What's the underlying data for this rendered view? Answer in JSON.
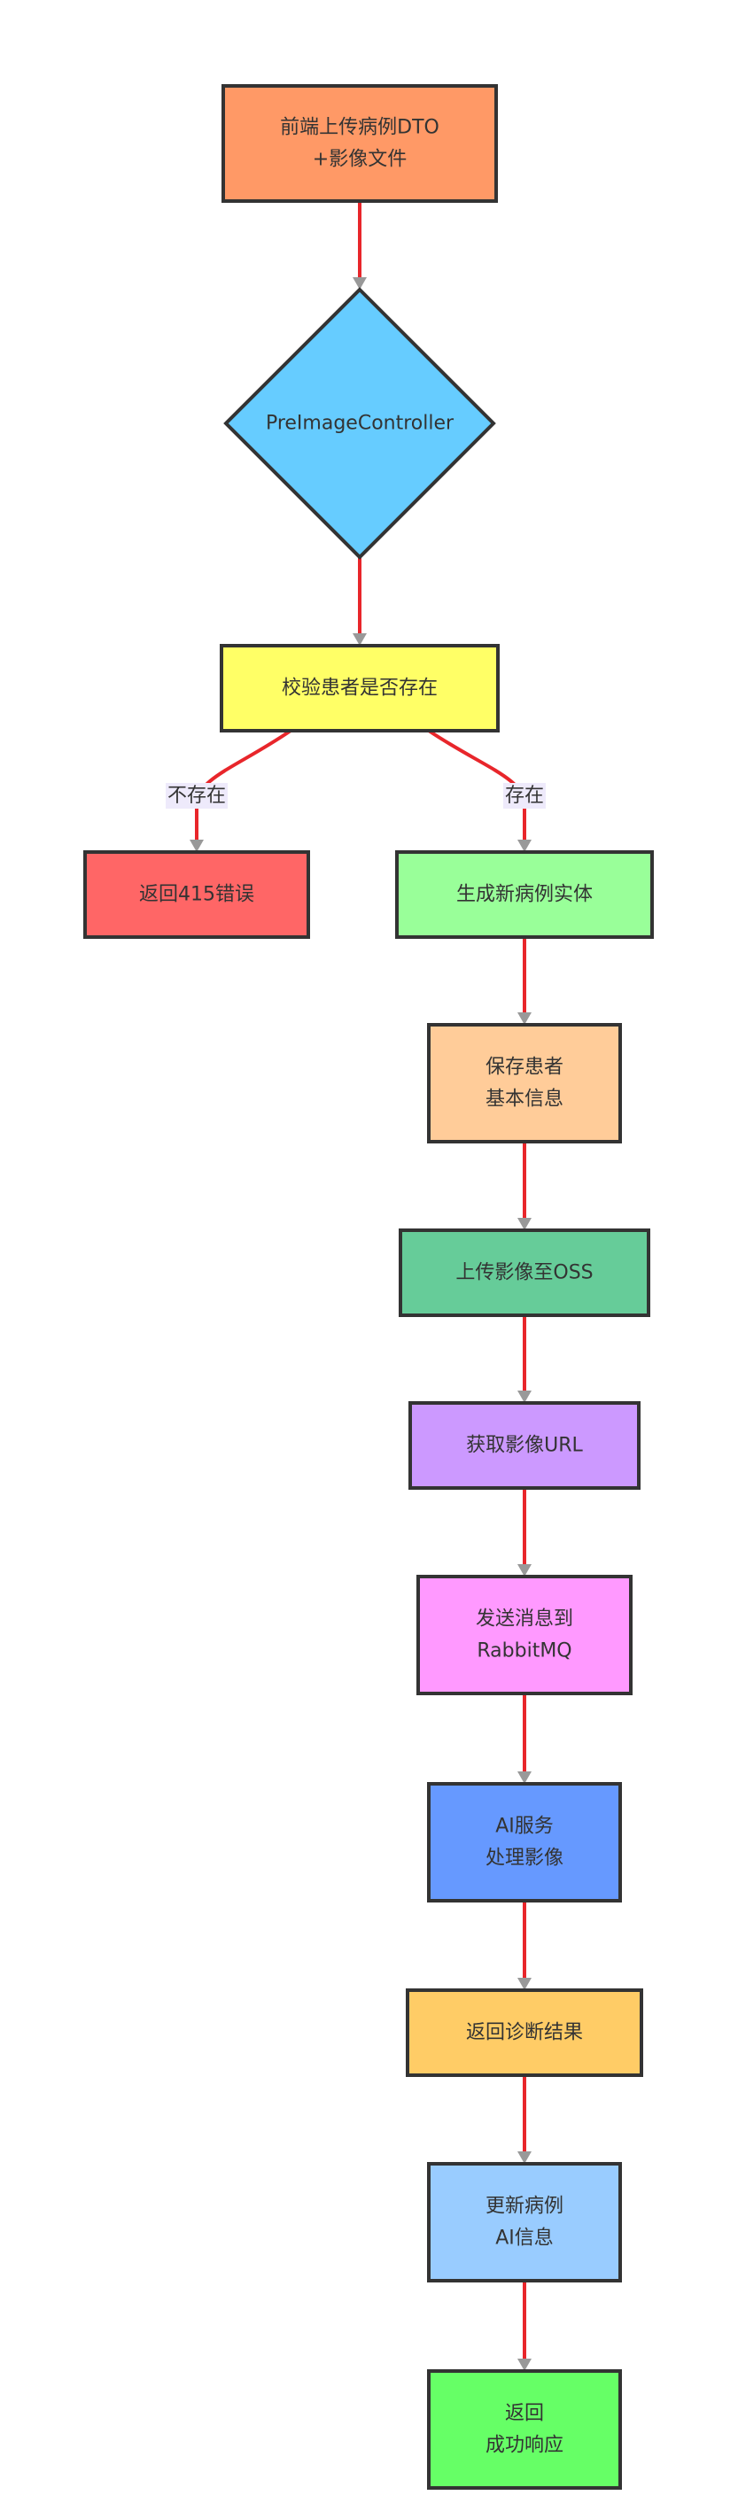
{
  "diagram": {
    "nodes": [
      {
        "id": "upload",
        "shape": "rect",
        "lines": [
          "前端上传病例DTO",
          "+影像文件"
        ],
        "fill": "#FF9966"
      },
      {
        "id": "controller",
        "shape": "diamond",
        "lines": [
          "PreImageController"
        ],
        "fill": "#66CCFF"
      },
      {
        "id": "check",
        "shape": "rect",
        "lines": [
          "校验患者是否存在"
        ],
        "fill": "#FFFF66"
      },
      {
        "id": "error",
        "shape": "rect",
        "lines": [
          "返回415错误"
        ],
        "fill": "#FF6666"
      },
      {
        "id": "create",
        "shape": "rect",
        "lines": [
          "生成新病例实体"
        ],
        "fill": "#99FF99"
      },
      {
        "id": "save",
        "shape": "rect",
        "lines": [
          "保存患者",
          "基本信息"
        ],
        "fill": "#FFCC99"
      },
      {
        "id": "oss",
        "shape": "rect",
        "lines": [
          "上传影像至OSS"
        ],
        "fill": "#66CC99"
      },
      {
        "id": "url",
        "shape": "rect",
        "lines": [
          "获取影像URL"
        ],
        "fill": "#CC99FF"
      },
      {
        "id": "mq",
        "shape": "rect",
        "lines": [
          "发送消息到",
          "RabbitMQ"
        ],
        "fill": "#FF99FF"
      },
      {
        "id": "ai",
        "shape": "rect",
        "lines": [
          "AI服务",
          "处理影像"
        ],
        "fill": "#6699FF"
      },
      {
        "id": "result",
        "shape": "rect",
        "lines": [
          "返回诊断结果"
        ],
        "fill": "#FFCC66"
      },
      {
        "id": "update",
        "shape": "rect",
        "lines": [
          "更新病例",
          "AI信息"
        ],
        "fill": "#99CCFF"
      },
      {
        "id": "done",
        "shape": "rect",
        "lines": [
          "返回",
          "成功响应"
        ],
        "fill": "#66FF66"
      }
    ],
    "edges": [
      {
        "id": "upload-controller",
        "from": "upload",
        "to": "controller",
        "label": ""
      },
      {
        "id": "controller-check",
        "from": "controller",
        "to": "check",
        "label": ""
      },
      {
        "id": "check-error",
        "from": "check",
        "to": "error",
        "label": "不存在"
      },
      {
        "id": "check-create",
        "from": "check",
        "to": "create",
        "label": "存在"
      },
      {
        "id": "create-save",
        "from": "create",
        "to": "save",
        "label": ""
      },
      {
        "id": "save-oss",
        "from": "save",
        "to": "oss",
        "label": ""
      },
      {
        "id": "oss-url",
        "from": "oss",
        "to": "url",
        "label": ""
      },
      {
        "id": "url-mq",
        "from": "url",
        "to": "mq",
        "label": ""
      },
      {
        "id": "mq-ai",
        "from": "mq",
        "to": "ai",
        "label": ""
      },
      {
        "id": "ai-result",
        "from": "ai",
        "to": "result",
        "label": ""
      },
      {
        "id": "result-update",
        "from": "result",
        "to": "update",
        "label": ""
      },
      {
        "id": "update-done",
        "from": "update",
        "to": "done",
        "label": ""
      }
    ],
    "colors": {
      "edge": "#E8262B",
      "arrowhead": "#999999",
      "border": "#333333",
      "label_background": "#EEEAFB",
      "text": "#333333"
    }
  }
}
